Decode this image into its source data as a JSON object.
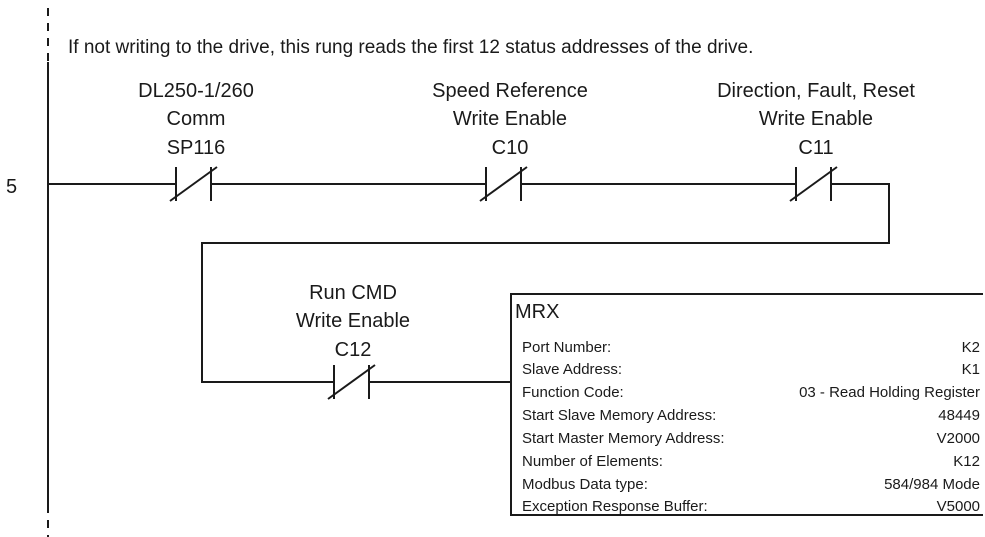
{
  "rung": {
    "number": "5",
    "comment": "If not writing to the drive, this rung reads the first 12 status addresses of the drive."
  },
  "contacts": [
    {
      "line1": "DL250-1/260",
      "line2": "Comm",
      "address": "SP116"
    },
    {
      "line1": "Speed Reference",
      "line2": "Write Enable",
      "address": "C10"
    },
    {
      "line1": "Direction, Fault, Reset",
      "line2": "Write Enable",
      "address": "C11"
    },
    {
      "line1": "Run CMD",
      "line2": "Write Enable",
      "address": "C12"
    }
  ],
  "mrx_box": {
    "title": "MRX",
    "rows": [
      {
        "label": "Port Number:",
        "mid": "",
        "value": "K2"
      },
      {
        "label": "Slave Address:",
        "mid": "",
        "value": "K1"
      },
      {
        "label": "Function Code:",
        "mid": "03 - Read Holding Register",
        "value": ""
      },
      {
        "label": "Start Slave Memory Address:",
        "mid": "",
        "value": "48449"
      },
      {
        "label": "Start Master Memory Address:",
        "mid": "",
        "value": "V2000"
      },
      {
        "label": "Number of Elements:",
        "mid": "",
        "value": "K12"
      },
      {
        "label": "Modbus Data type:",
        "mid": "",
        "value": "584/984 Mode"
      },
      {
        "label": "Exception Response Buffer:",
        "mid": "",
        "value": "V5000"
      }
    ]
  }
}
